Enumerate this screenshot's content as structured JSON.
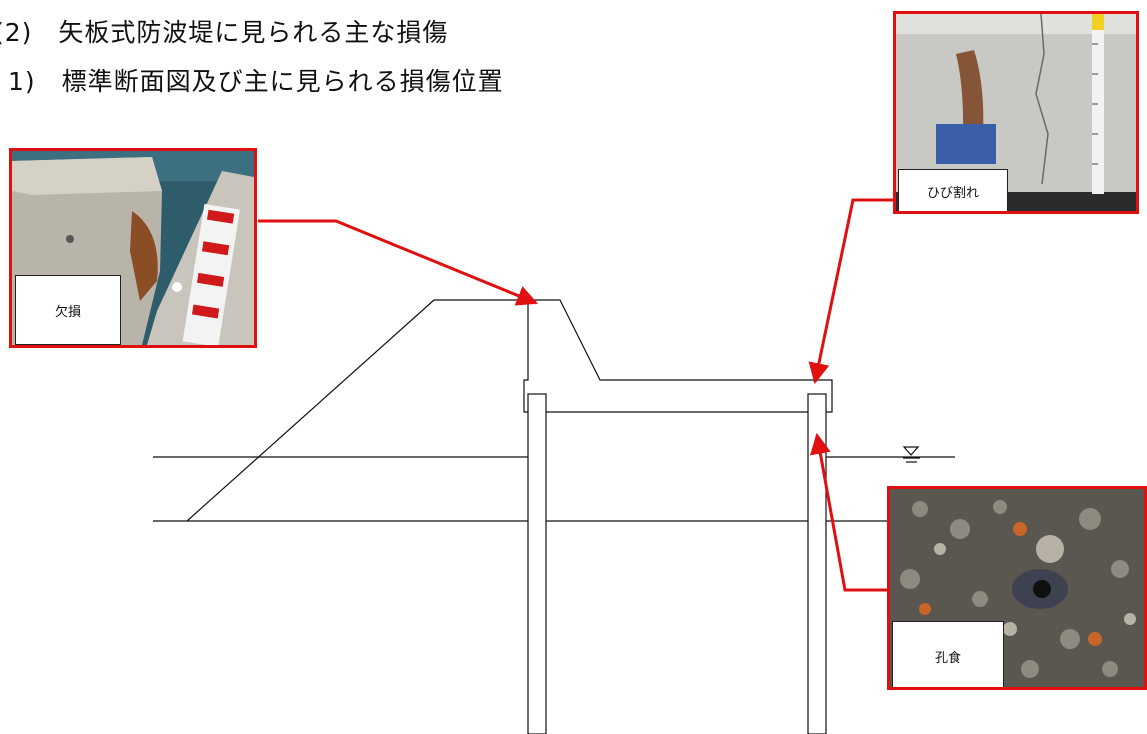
{
  "headings": {
    "section": "(2)　矢板式防波堤に見られる主な損傷",
    "subsection": "1)　標準断面図及び主に見られる損傷位置"
  },
  "photos": {
    "kesson": {
      "caption": "欠損"
    },
    "hibiware": {
      "caption": "ひび割れ"
    },
    "koshoku": {
      "caption": "孔食"
    }
  },
  "colors": {
    "leader": "#e01010",
    "frame": "#e01010",
    "line": "#111111"
  },
  "symbols": {
    "water_level": "water-level-triangle"
  }
}
